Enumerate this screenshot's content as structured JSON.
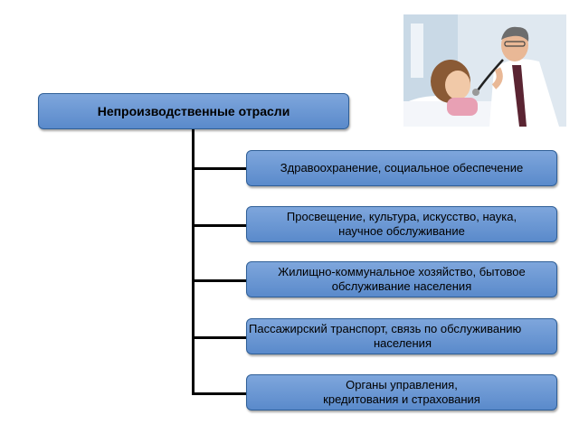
{
  "root": {
    "label": "Непроизводственные отрасли"
  },
  "children": [
    {
      "label": "Здравоохранение, социальное обеспечение"
    },
    {
      "label": "Просвещение, культура, искусство, наука,\nнаучное обслуживание"
    },
    {
      "label": "Жилищно-коммунальное хозяйство, бытовое\nобслуживание населения"
    },
    {
      "label": "Пассажирский транспорт, связь по обслуживанию\nнаселения"
    },
    {
      "label": "Органы управления,\nкредитования и страхования"
    }
  ],
  "photo": {
    "icon": "doctor-with-child-photo"
  },
  "colors": {
    "box_fill_top": "#7ea6dc",
    "box_fill_bottom": "#5a8acb",
    "box_border": "#2f5f97",
    "connector": "#000000"
  }
}
